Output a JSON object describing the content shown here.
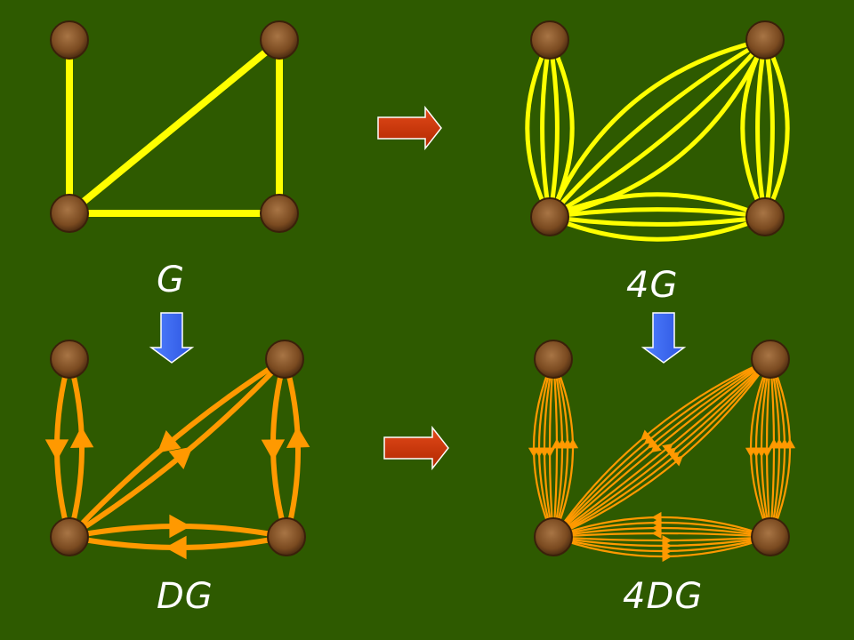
{
  "labels": {
    "g": "G",
    "four_g": "4G",
    "dg": "DG",
    "four_dg": "4DG"
  },
  "colors": {
    "background": "#2e5a00",
    "undirected_edge": "#ffff00",
    "directed_edge": "#ff9900",
    "node": "#8b5a2b",
    "transform_arrow": "#cc3300",
    "direct_arrow": "#3366ff"
  }
}
